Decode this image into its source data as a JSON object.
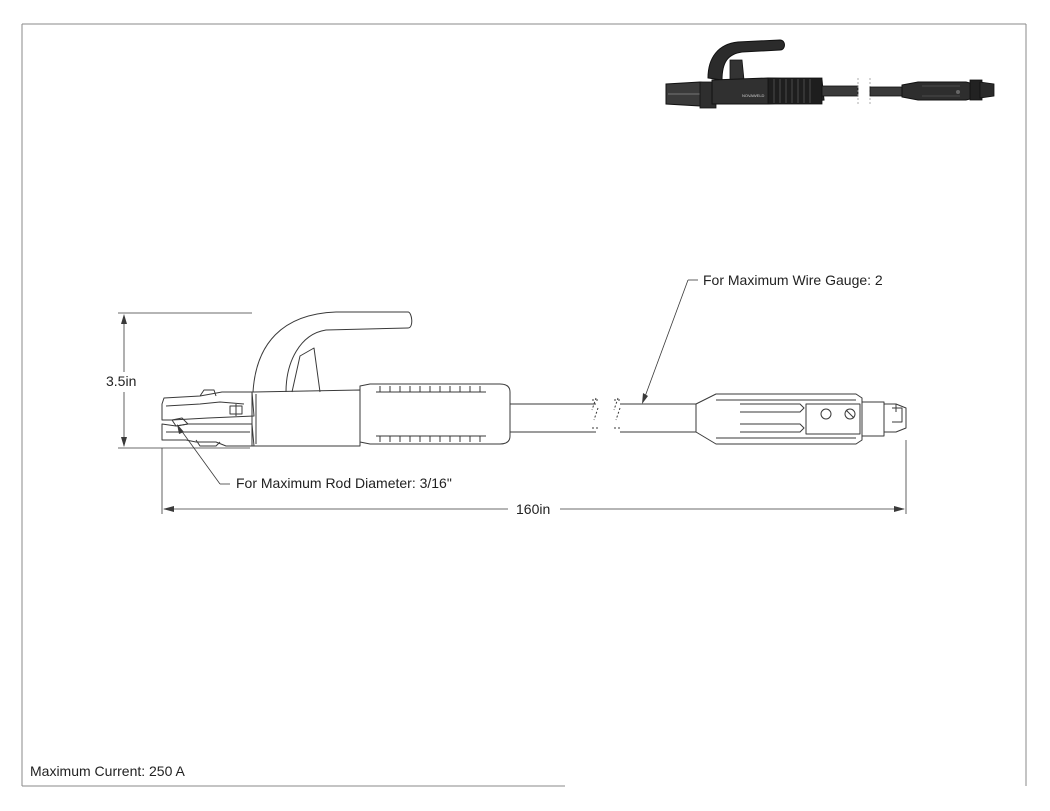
{
  "labels": {
    "height_dimension": "3.5in",
    "length_dimension": "160in",
    "rod_callout": "For Maximum Rod Diameter: 3/16\"",
    "wire_callout": "For Maximum Wire Gauge: 2",
    "footer_note": "Maximum Current: 250 A",
    "thumbnail_brand": "NOVAWELD"
  },
  "colors": {
    "line": "#3a3a3a",
    "frame": "#8a8a8a",
    "shaded_dark": "#2b2b2b",
    "shaded_mid": "#444444"
  }
}
